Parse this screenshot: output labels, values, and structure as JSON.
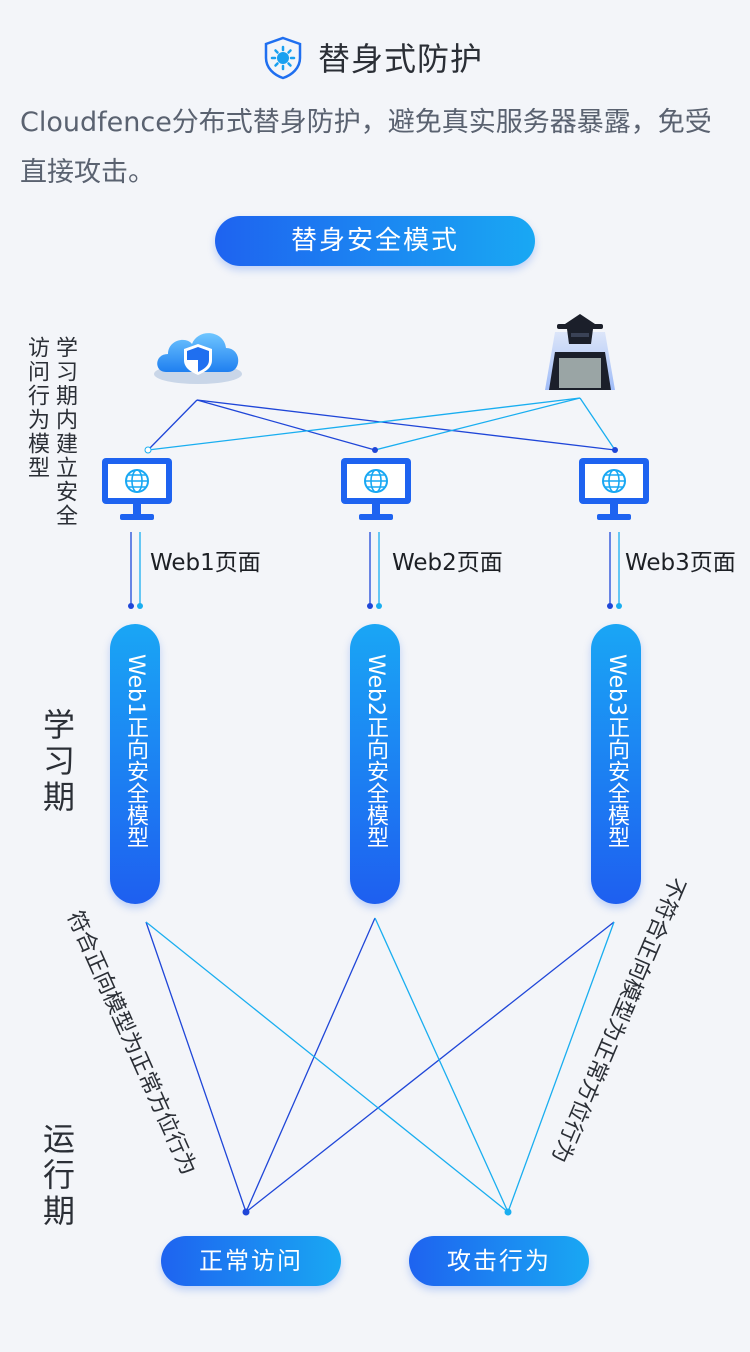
{
  "header": {
    "title": "替身式防护",
    "icon": "shield-gear-icon",
    "description": "Cloudfence分布式替身防护，避免真实服务器暴露，免受直接攻击。"
  },
  "diagram": {
    "mode_label": "替身安全模式",
    "side_note_line1": "学习期内建立安全",
    "side_note_line2": "访问行为模型",
    "phase_learning": "学习期",
    "phase_runtime": "运行期",
    "sources": [
      {
        "name": "cloud-shield",
        "icon": "cloud-shield-icon"
      },
      {
        "name": "hacker",
        "icon": "hacker-icon"
      }
    ],
    "pages": [
      {
        "label": "Web1页面",
        "model": "Web1正向安全模型",
        "icon": "monitor-globe-icon"
      },
      {
        "label": "Web2页面",
        "model": "Web2正向安全模型",
        "icon": "monitor-globe-icon"
      },
      {
        "label": "Web3页面",
        "model": "Web3正向安全模型",
        "icon": "monitor-globe-icon"
      }
    ],
    "left_caption": "符合正向模型为正常方位行为",
    "right_caption": "不符合正向模型为正常方位行为",
    "outcomes": {
      "normal": "正常访问",
      "attack": "攻击行为"
    },
    "colors": {
      "dark_blue": "#1f46d8",
      "light_blue": "#19aef0",
      "title_text": "#2b2f36",
      "description_text": "#5a6270"
    }
  }
}
